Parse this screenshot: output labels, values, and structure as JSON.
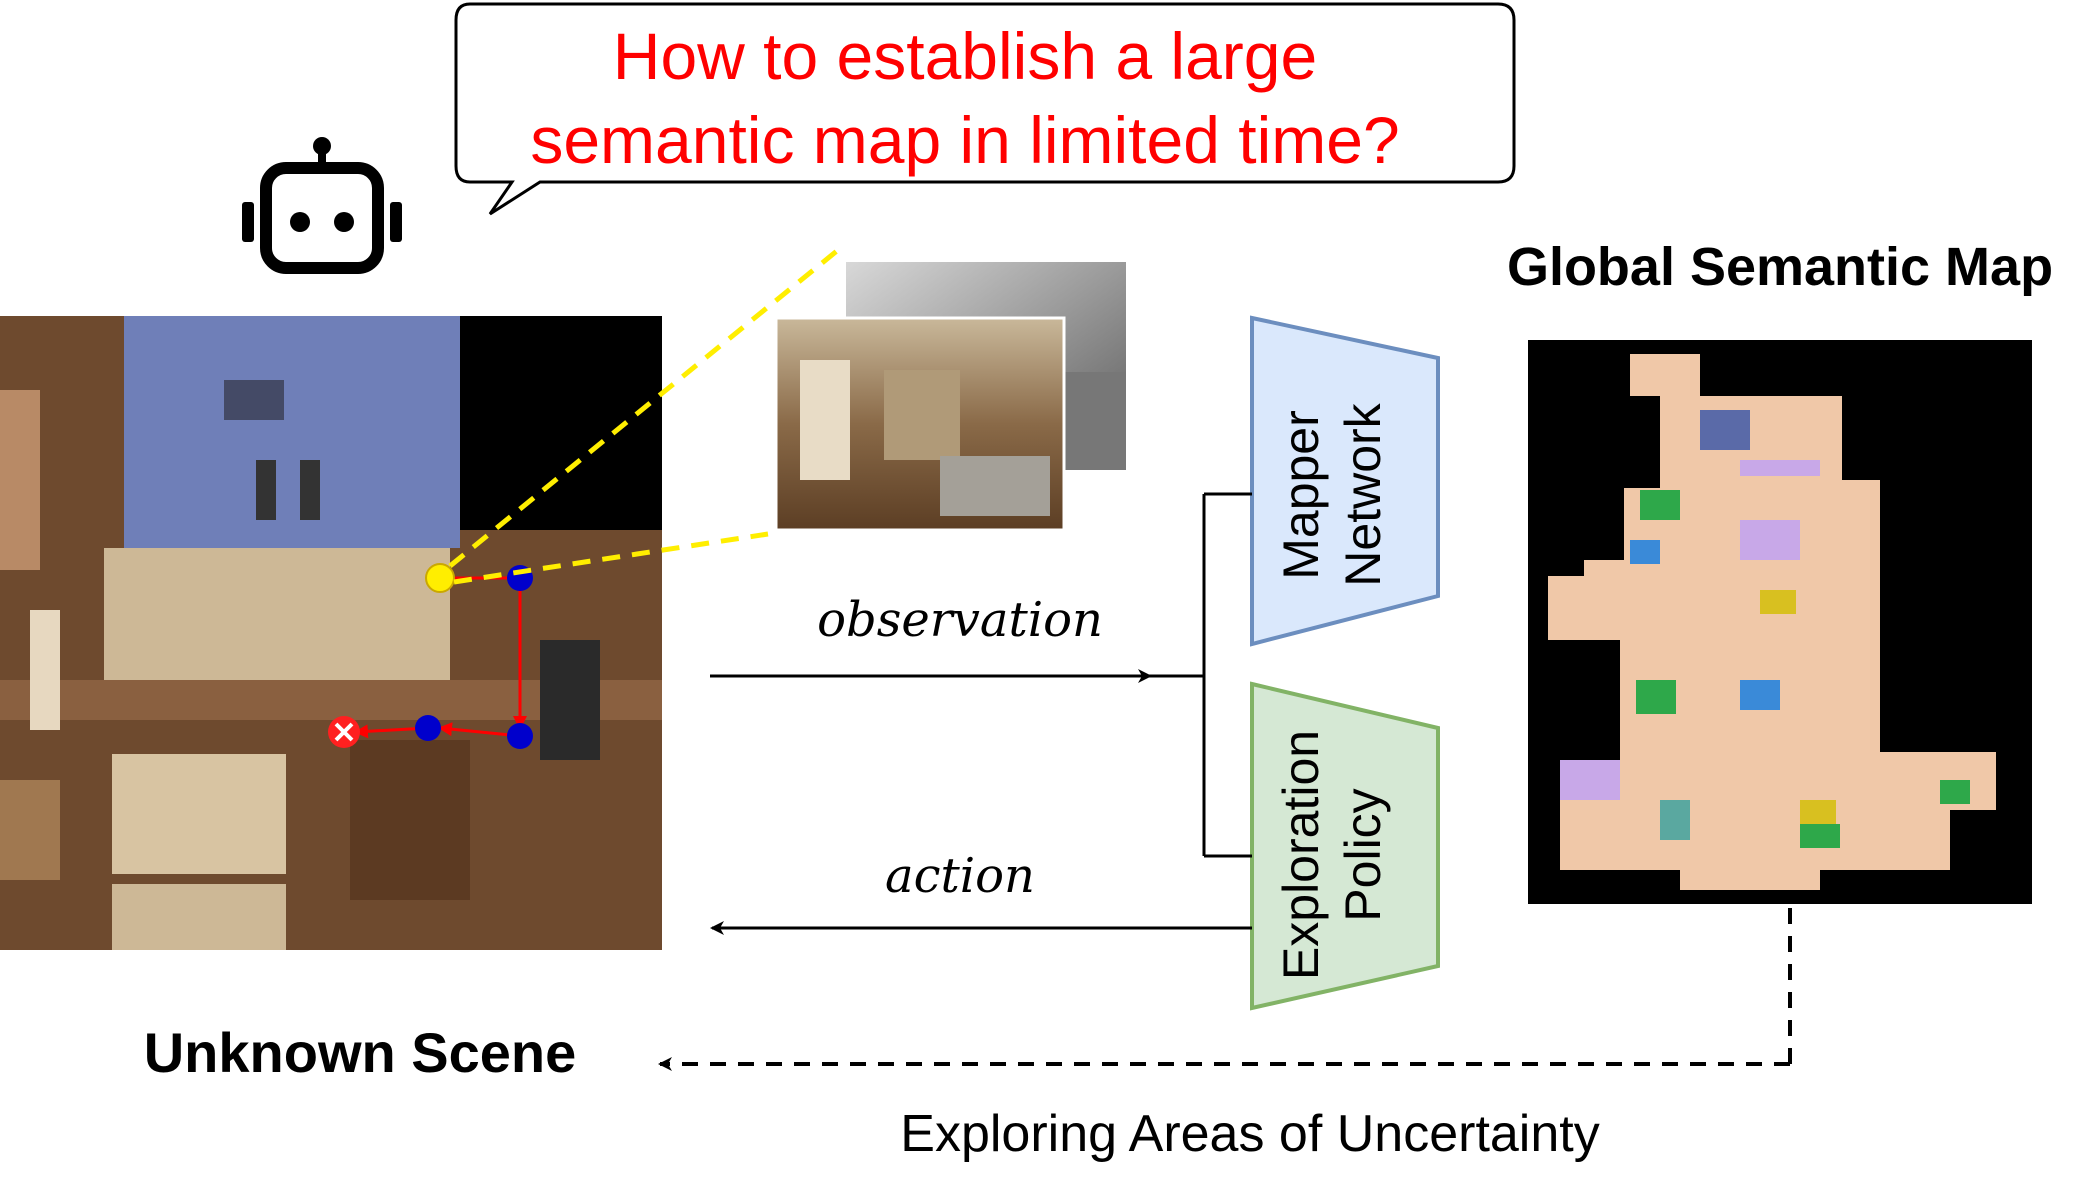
{
  "speech": {
    "line1": "How to establish a large",
    "line2": "semantic map in limited time?"
  },
  "labels": {
    "map_title": "Global Semantic Map",
    "scene": "Unknown Scene",
    "exploring": "Exploring Areas of Uncertainty",
    "observation": "observation",
    "action": "action"
  },
  "blocks": {
    "mapper": {
      "line1": "Mapper",
      "line2": "Network"
    },
    "policy": {
      "line1": "Exploration",
      "line2": "Policy"
    }
  },
  "icons": [
    "robot-icon"
  ],
  "colors": {
    "question_text": "#ff0000",
    "mapper_fill": "#dae8fc",
    "mapper_stroke": "#6c8ebf",
    "policy_fill": "#d5e8d4",
    "policy_stroke": "#82b366",
    "trajectory": "#ff0000",
    "waypoint": "#0000cc",
    "agent": "#ffee00",
    "view_line": "#ffee00",
    "map_background": "#000000",
    "map_floor": "#f0c8a8"
  }
}
